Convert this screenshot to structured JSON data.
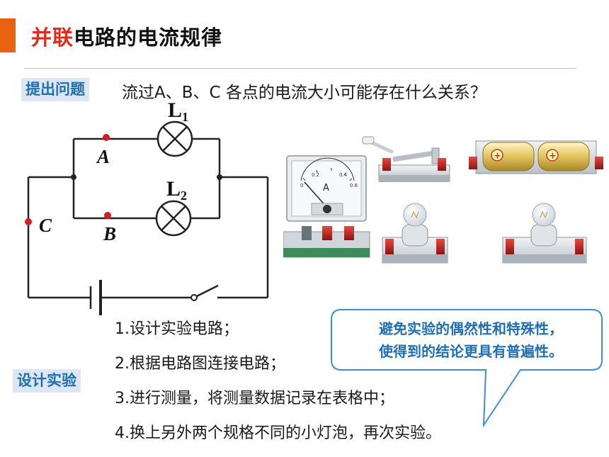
{
  "header": {
    "title_highlight": "并联",
    "title_rest": "电路的电流规律"
  },
  "question": {
    "tag": "提出问题",
    "text": "流过A、B、C 各点的电流大小可能存在什么关系？"
  },
  "circuit": {
    "lamp1_label": "L",
    "lamp1_sub": "1",
    "lamp2_label": "L",
    "lamp2_sub": "2",
    "point_a": "A",
    "point_b": "B",
    "point_c": "C",
    "colors": {
      "wire": "#222222",
      "point": "#d41e24"
    }
  },
  "equipment": {
    "ammeter_letter": "A",
    "ammeter_scale": [
      "0",
      "0.2",
      "0.4",
      "0.6"
    ],
    "icons": [
      "ammeter-icon",
      "knife-switch-icon",
      "battery-pack-icon",
      "bulb-holder-icon",
      "bulb-holder-icon"
    ]
  },
  "design": {
    "tag": "设计实验",
    "steps": [
      "1.设计实验电路；",
      "2.根据电路图连接电路；",
      "3.进行测量，将测量数据记录在表格中；",
      "4.换上另外两个规格不同的小灯泡，再次实验。"
    ]
  },
  "callout": {
    "line1": "避免实验的偶然性和特殊性，",
    "line2": "使得到的结论更具有普遍性。"
  },
  "colors": {
    "accent": "#e8620f",
    "title_highlight": "#e32a1c",
    "tag_bg": "#dce7f3",
    "tag_text": "#1f6fb5",
    "callout_border": "#3a8fd6"
  }
}
